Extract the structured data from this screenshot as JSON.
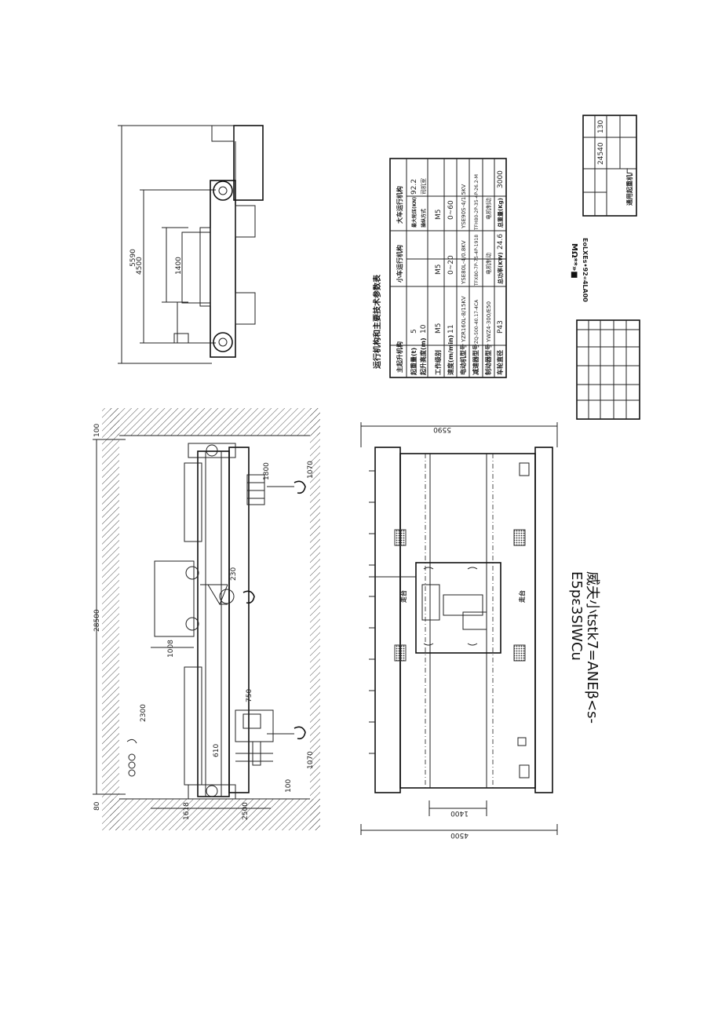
{
  "dimensions": {
    "side_total_width": "5590",
    "side_wheelbase": "4500",
    "side_trolley": "1400",
    "elev_span": "28500",
    "elev_top": "100",
    "elev_bottom": "80",
    "elev_hook_top": "1800",
    "elev_rail_gap": "1070",
    "elev_rail_gap_b": "1070",
    "elev_230": "230",
    "elev_1008": "1008",
    "elev_750": "750",
    "elev_610": "610",
    "elev_100": "100",
    "elev_2300": "2300",
    "elev_1618": "1618",
    "elev_2500": "2500",
    "plan_total": "5590",
    "plan_inner": "1400",
    "plan_wheelbase": "4500"
  },
  "labels": {
    "plan_label_a": "走台",
    "plan_label_b": "走台"
  },
  "spec_table": {
    "title": "运行机构和主要技术参数表",
    "groups": [
      "主起升机构",
      "小车运行机构",
      "大车运行机构"
    ],
    "rows": [
      {
        "k": "起重量(t)",
        "v": [
          "5",
          "",
          ""
        ]
      },
      {
        "k": "起升高度(m)",
        "v": [
          "10",
          "",
          ""
        ]
      },
      {
        "k": "工作级别",
        "v": [
          "M5",
          "M5",
          "M5"
        ]
      },
      {
        "k": "速度(m/min)",
        "v": [
          "11",
          "0~20",
          "0~60"
        ]
      },
      {
        "k": "电动机型号",
        "v": [
          "YZR160L-8/15KV",
          "YSE80L-4/0.8KV",
          "YSE90S-4/1.5KV"
        ]
      },
      {
        "k": "减速器型号",
        "v": [
          "ZQ-500-40.17-4CA",
          "TFX80-7P-75-4P-1918",
          "TFH80-2P-35-4P-26.2-M"
        ]
      },
      {
        "k": "制动器型号",
        "v": [
          "YWZ4-300/E50",
          "电机制动",
          "电机制动"
        ]
      },
      {
        "k": "车轮直径",
        "v": [
          "P43",
          "",
          ""
        ]
      }
    ],
    "extra_rows": [
      {
        "k": "最大轮压(KN)",
        "v": "92.2"
      },
      {
        "k": "操纵方式",
        "v": "司机室"
      },
      {
        "k": "总功率(KW)",
        "v": "24.6"
      },
      {
        "k": "总重量(Kg)",
        "v": "3000"
      }
    ]
  },
  "title_block": {
    "sheet_no": "24540",
    "weight": "130",
    "company": "通用起重机厂"
  },
  "ocr_text": {
    "a": "EoLXEs•92«4LA00",
    "b": "MΩ**»■",
    "c": "威夫小tstk7=ANEβ<s-",
    "d": "E5pε3SIWCu"
  }
}
